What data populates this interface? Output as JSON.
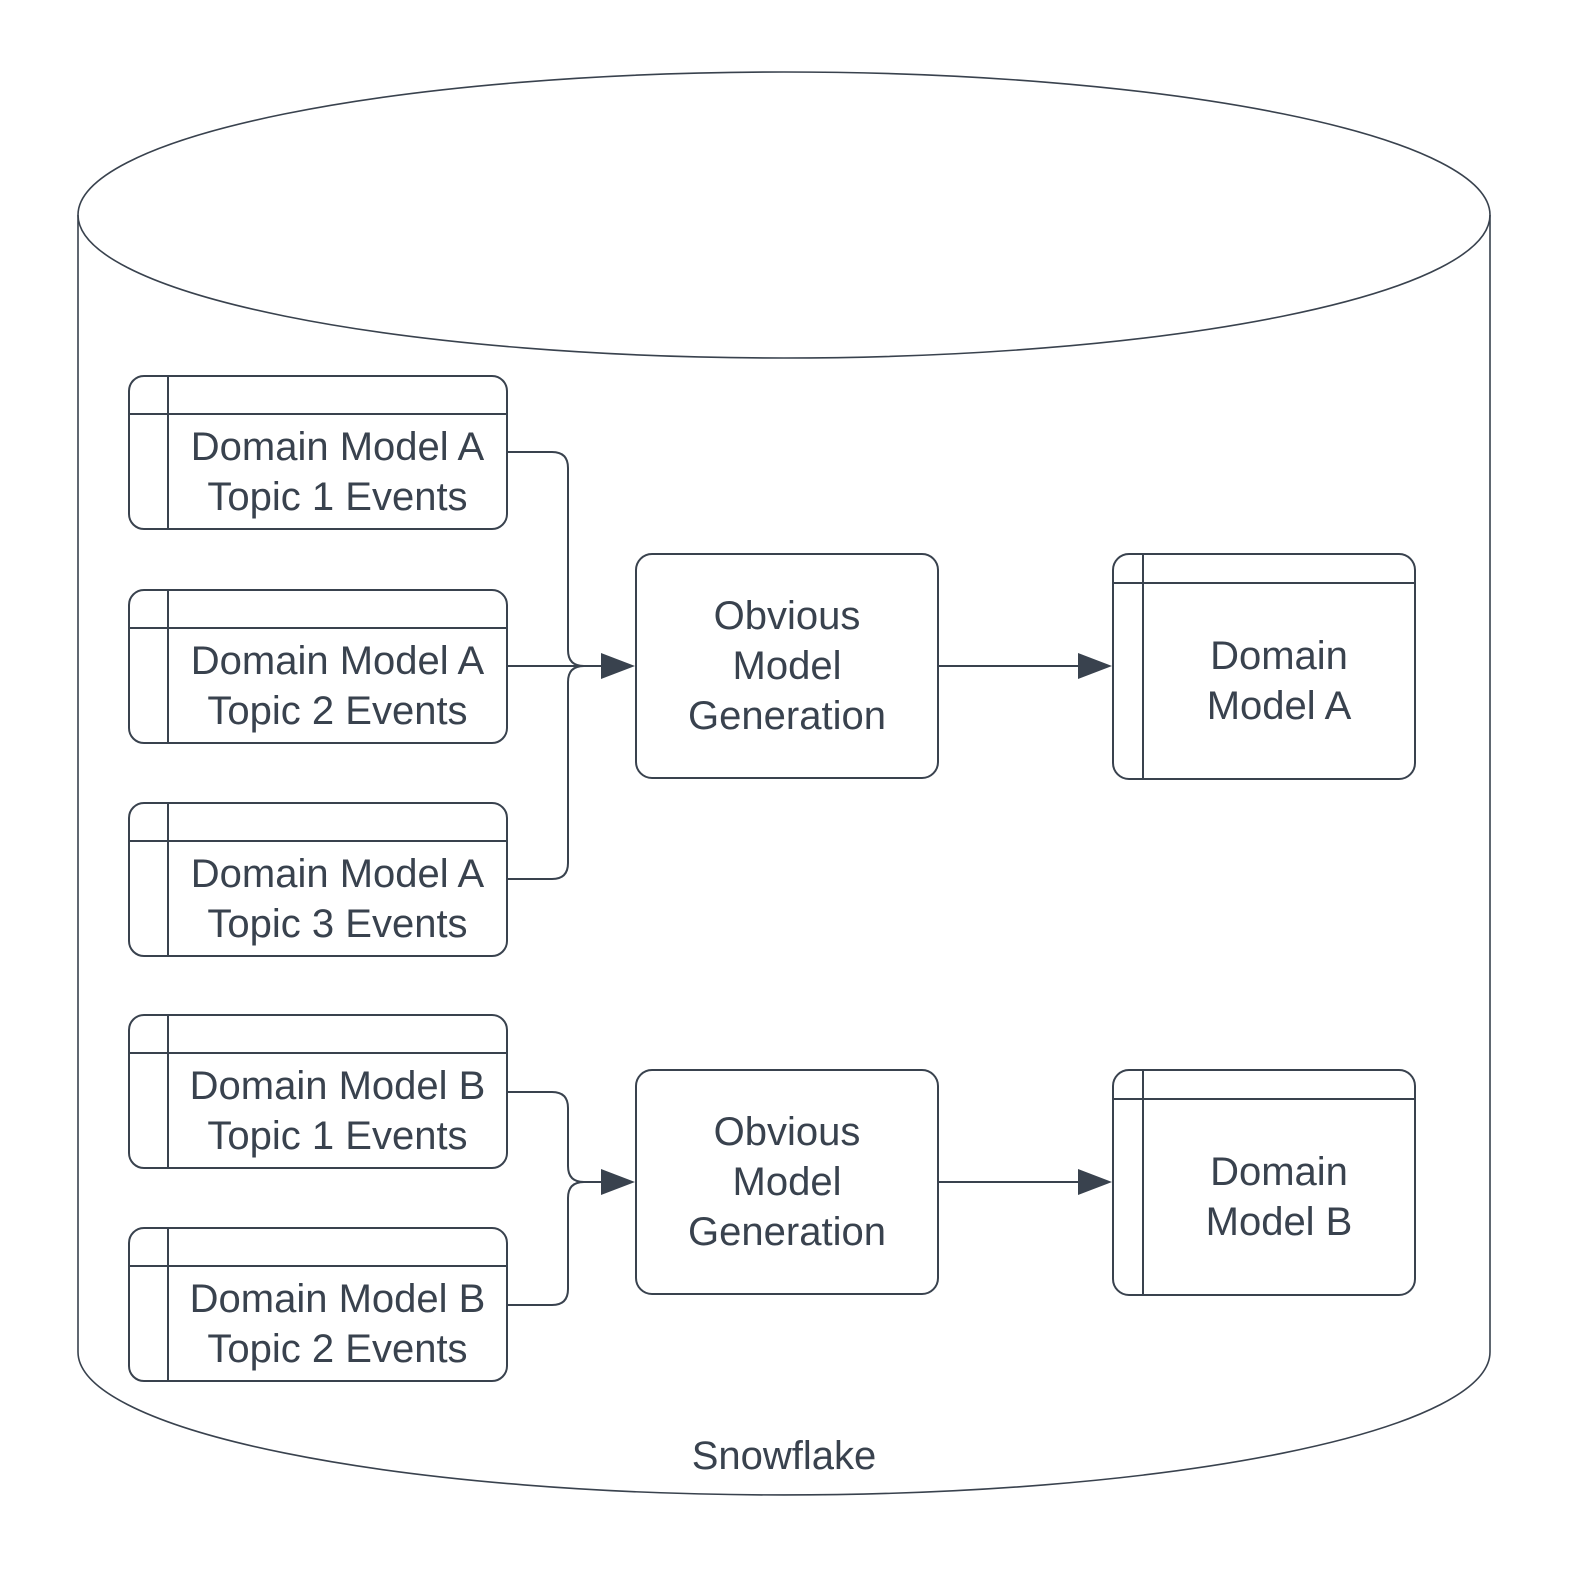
{
  "cylinder": {
    "label": "Snowflake"
  },
  "colors": {
    "stroke": "#39424E",
    "background": "#FFFFFF"
  },
  "nodes": {
    "topic_a1": {
      "line1": "Domain Model A",
      "line2": "Topic 1 Events"
    },
    "topic_a2": {
      "line1": "Domain Model A",
      "line2": "Topic 2 Events"
    },
    "topic_a3": {
      "line1": "Domain Model A",
      "line2": "Topic 3 Events"
    },
    "topic_b1": {
      "line1": "Domain Model B",
      "line2": "Topic 1 Events"
    },
    "topic_b2": {
      "line1": "Domain Model B",
      "line2": "Topic 2 Events"
    },
    "process_a": {
      "line1": "Obvious",
      "line2": "Model",
      "line3": "Generation"
    },
    "process_b": {
      "line1": "Obvious",
      "line2": "Model",
      "line3": "Generation"
    },
    "model_a": {
      "line1": "Domain",
      "line2": "Model A"
    },
    "model_b": {
      "line1": "Domain",
      "line2": "Model B"
    }
  },
  "edges": [
    "Domain Model A Topic 1 Events -> Obvious Model Generation (A)",
    "Domain Model A Topic 2 Events -> Obvious Model Generation (A)",
    "Domain Model A Topic 3 Events -> Obvious Model Generation (A)",
    "Obvious Model Generation (A) -> Domain Model A",
    "Domain Model B Topic 1 Events -> Obvious Model Generation (B)",
    "Domain Model B Topic 2 Events -> Obvious Model Generation (B)",
    "Obvious Model Generation (B) -> Domain Model B"
  ]
}
